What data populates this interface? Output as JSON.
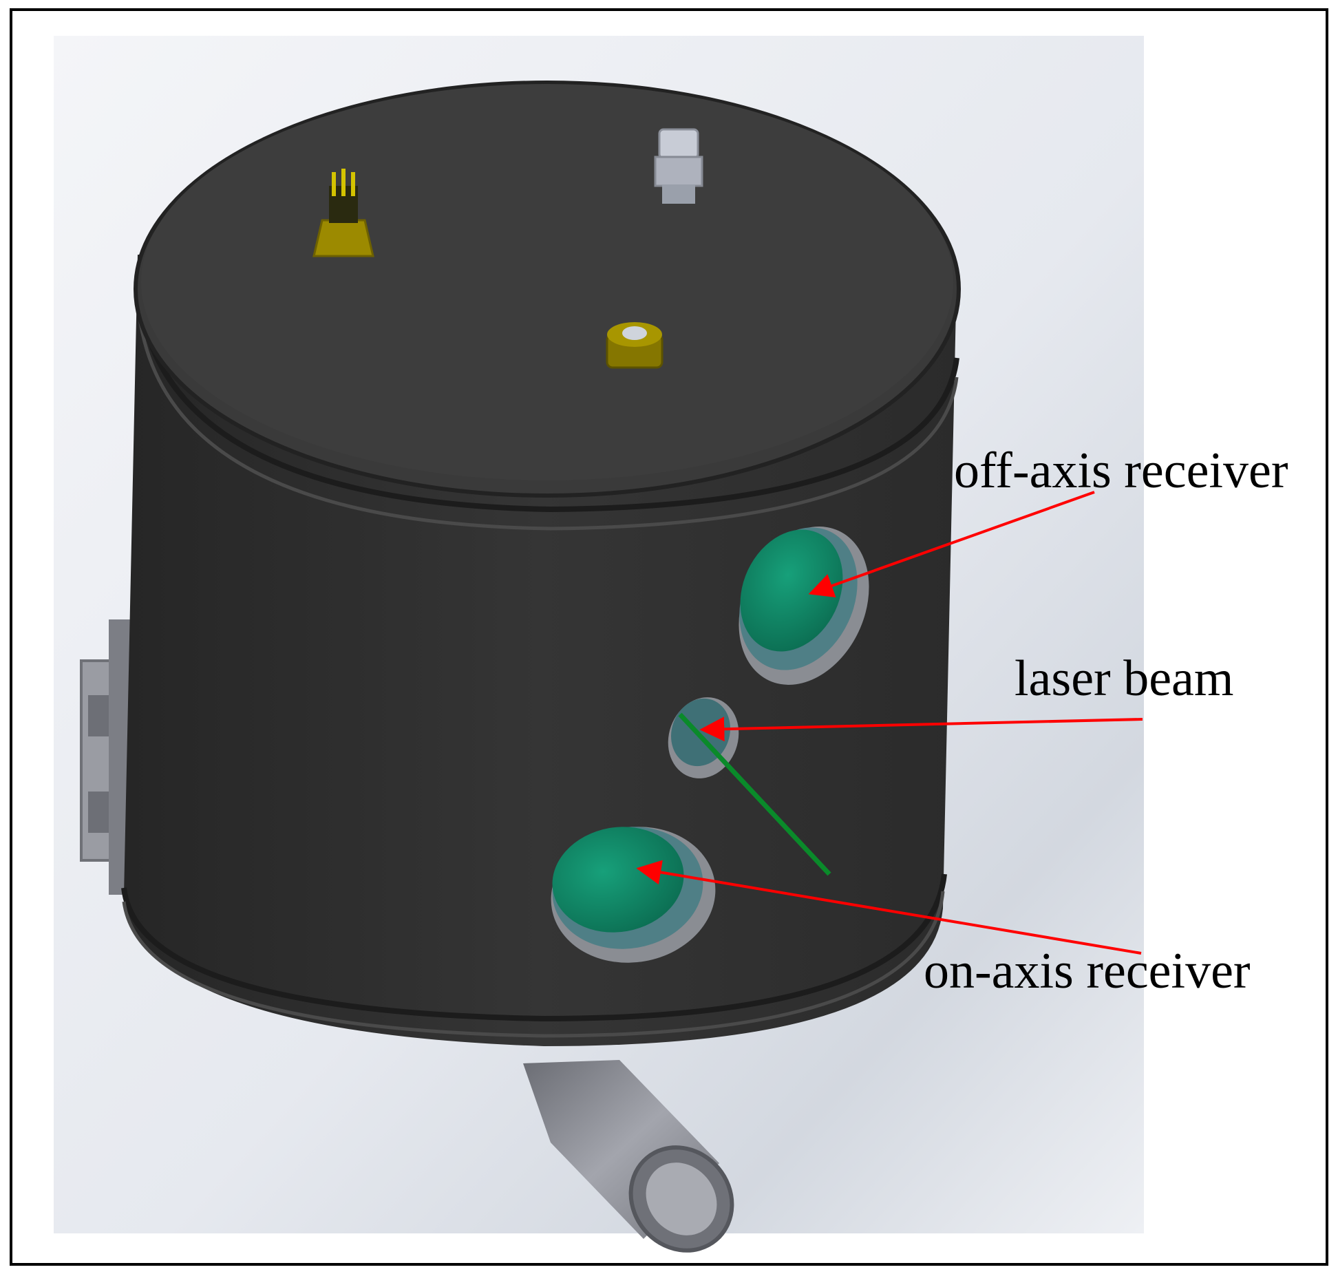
{
  "figure": {
    "labels": {
      "off_axis_receiver": "off-axis receiver",
      "laser_beam": "laser beam",
      "on_axis_receiver": "on-axis receiver"
    },
    "colors": {
      "frame": "#000000",
      "background": "#ffffff",
      "backdrop_light": "#f2f4f8",
      "backdrop_shade": "#d5dae2",
      "housing": "#303030",
      "housing_top": "#3a3a3a",
      "window_green": "#0f7f5e",
      "window_rim": "#5a8a8e",
      "laser_green": "#0a8a2a",
      "arrow_red": "#ff0000",
      "connector_yellow": "#c9b100",
      "fitting_silver": "#b8bcc8",
      "pipe_gray": "#8d8f96"
    },
    "icons": {
      "top_left_connector": "yellow-electrical-connector",
      "top_right_fitting": "silver-pipe-fitting",
      "top_center_connector": "yellow-round-connector",
      "side_bracket": "side-mounting-bracket",
      "bottom_pipe": "bottom-pipe-outlet"
    }
  }
}
